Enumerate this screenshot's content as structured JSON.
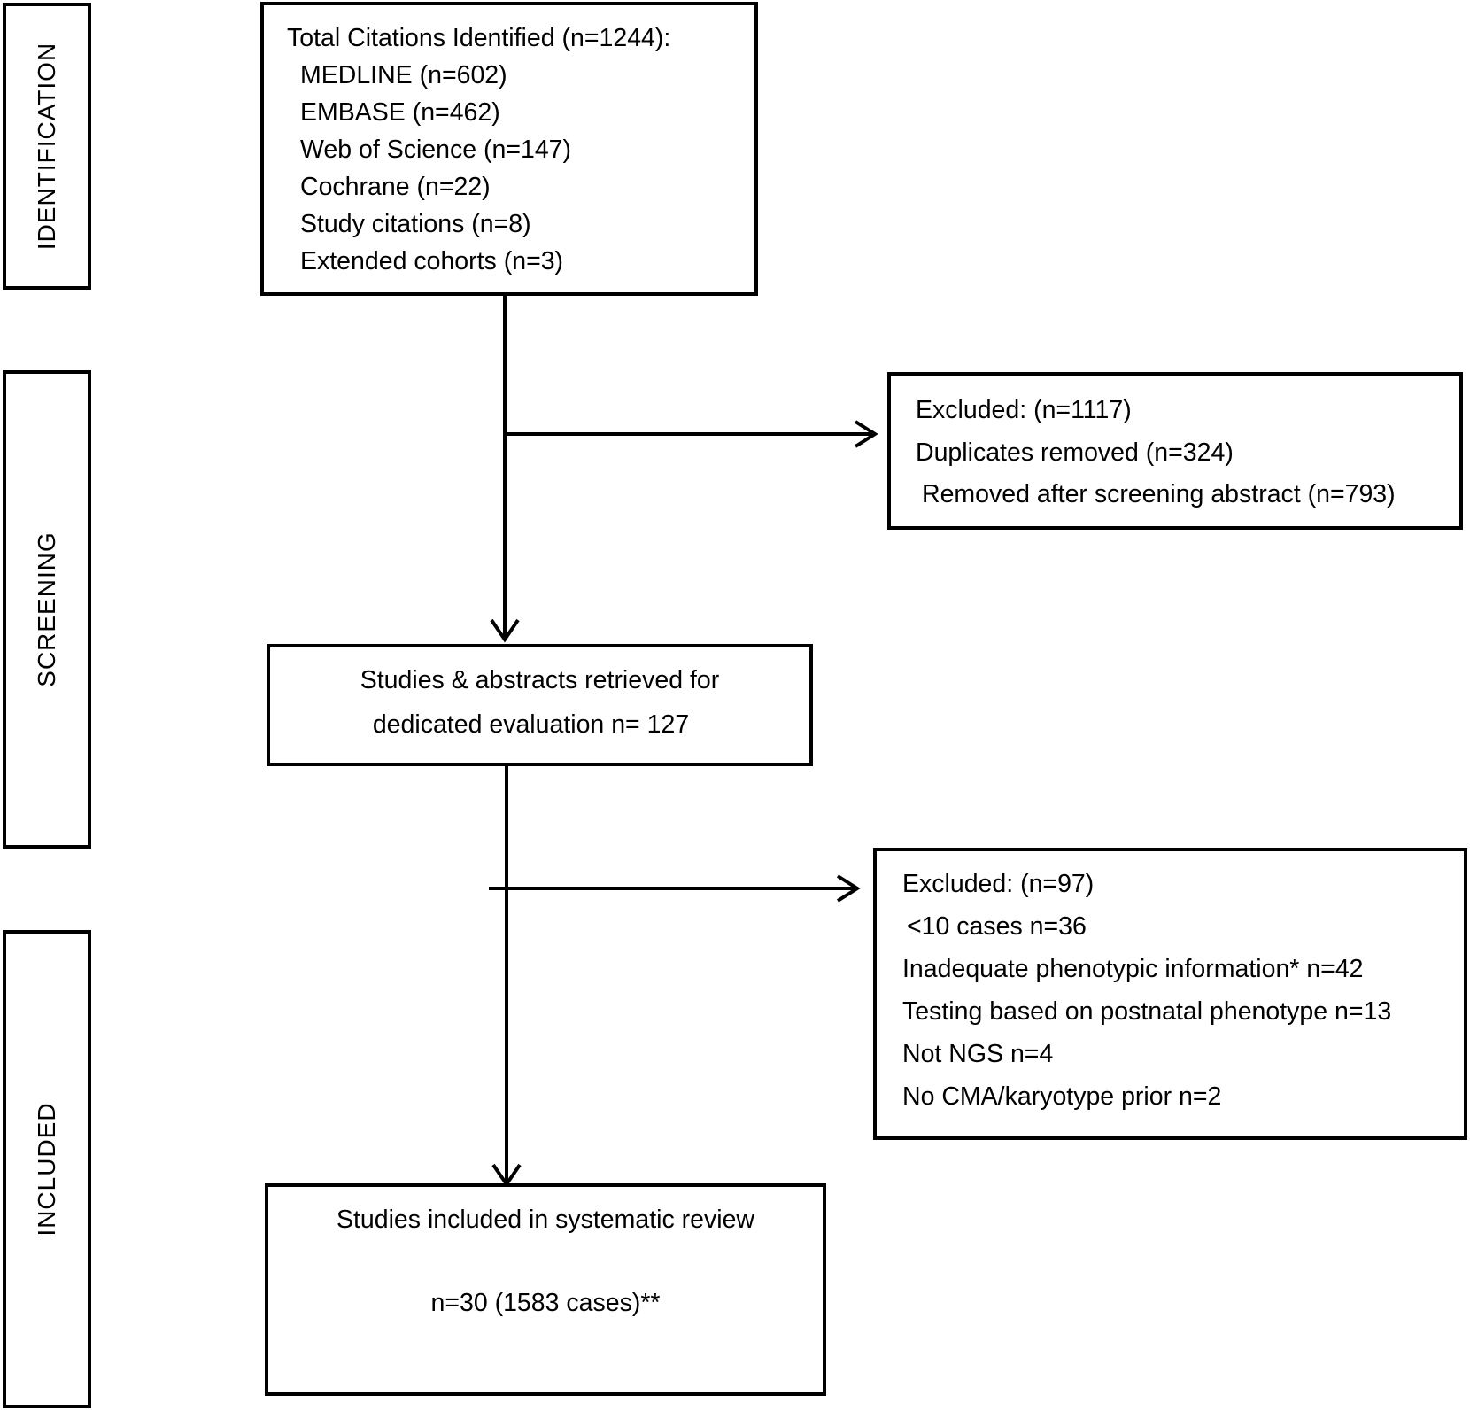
{
  "stages": {
    "identification": "IDENTIFICATION",
    "screening": "SCREENING",
    "included": "INCLUDED"
  },
  "identified": {
    "title": "Total Citations Identified (n=1244):",
    "sources": [
      "MEDLINE (n=602)",
      "EMBASE (n=462)",
      "Web of Science (n=147)",
      "Cochrane (n=22)",
      "Study citations (n=8)",
      "Extended cohorts (n=3)"
    ]
  },
  "excluded_first": {
    "title": "Excluded: (n=1117)",
    "items": [
      "Duplicates removed (n=324)",
      "Removed after screening abstract (n=793)"
    ]
  },
  "retrieved": {
    "line1": "Studies  & abstracts retrieved for",
    "line2": "dedicated evaluation n= 127"
  },
  "excluded_second": {
    "title": "Excluded: (n=97)",
    "items": [
      "<10 cases n=36",
      "Inadequate phenotypic information* n=42",
      "Testing based on postnatal phenotype n=13",
      "Not NGS n=4",
      "No CMA/karyotype prior n=2"
    ]
  },
  "included": {
    "line1": "Studies included in systematic review",
    "line2": "n=30 (1583 cases)**"
  }
}
